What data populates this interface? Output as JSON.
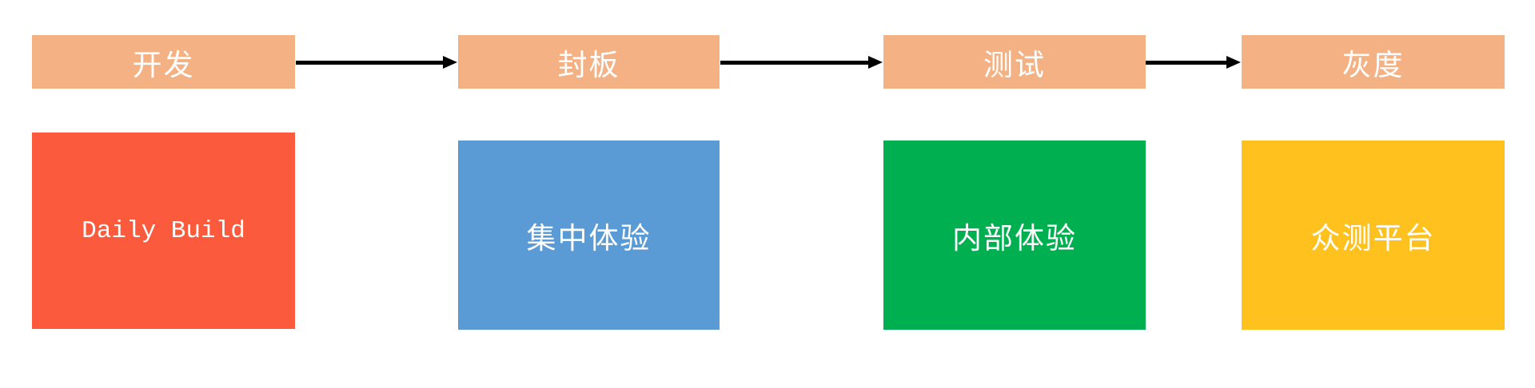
{
  "diagram": {
    "title": "release-pipeline-flow",
    "background_color": "#FFFFFF",
    "stage_bar_color": "#F4B183",
    "text_color": "#FFFFFF",
    "arrow_color": "#000000",
    "stages": [
      {
        "label": "开发",
        "channel": "Daily Build",
        "channel_color": "#FB5A3C"
      },
      {
        "label": "封板",
        "channel": "集中体验",
        "channel_color": "#5B9BD5"
      },
      {
        "label": "测试",
        "channel": "内部体验",
        "channel_color": "#00B050"
      },
      {
        "label": "灰度",
        "channel": "众测平台",
        "channel_color": "#FFC11E"
      }
    ],
    "connections": [
      {
        "from": "开发",
        "to": "封板"
      },
      {
        "from": "封板",
        "to": "测试"
      },
      {
        "from": "测试",
        "to": "灰度"
      }
    ]
  }
}
